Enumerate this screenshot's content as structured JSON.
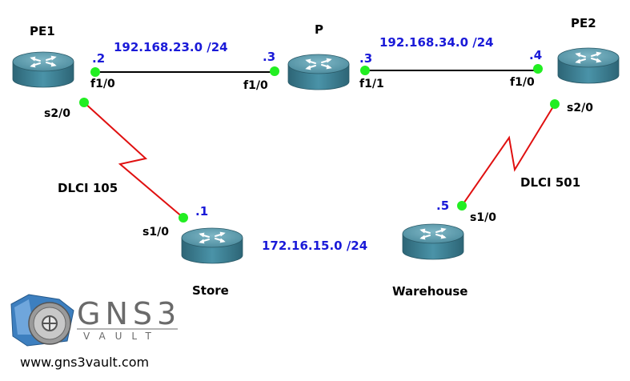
{
  "routers": {
    "pe1": {
      "name": "PE1"
    },
    "p": {
      "name": "P"
    },
    "pe2": {
      "name": "PE2"
    },
    "store": {
      "name": "Store"
    },
    "warehouse": {
      "name": "Warehouse"
    }
  },
  "links": {
    "pe1_p": {
      "subnet": "192.168.23.0 /24",
      "pe1_host": ".2",
      "pe1_iface": "f1/0",
      "p_host": ".3",
      "p_iface": "f1/0"
    },
    "p_pe2": {
      "subnet": "192.168.34.0 /24",
      "p_host": ".3",
      "p_iface": "f1/1",
      "pe2_host": ".4",
      "pe2_iface": "f1/0"
    },
    "pe1_store": {
      "dlci": "DLCI 105",
      "pe1_iface": "s2/0",
      "store_host": ".1",
      "store_iface": "s1/0"
    },
    "pe2_warehouse": {
      "dlci": "DLCI 501",
      "pe2_iface": "s2/0",
      "warehouse_host": ".5",
      "warehouse_iface": "s1/0"
    },
    "store_warehouse": {
      "subnet": "172.16.15.0 /24"
    }
  },
  "logo": {
    "title": "GNS3",
    "subtitle": "VAULT",
    "url": "www.gns3vault.com"
  },
  "colors": {
    "ethernet_link": "#000000",
    "serial_link": "#e01010",
    "interface_dot": "#22ee22",
    "ip_text": "#1a1ad8",
    "router_body": "#3e7f93"
  },
  "icons": {
    "router": "router-icon",
    "logo": "gns3-vault-logo-icon"
  }
}
